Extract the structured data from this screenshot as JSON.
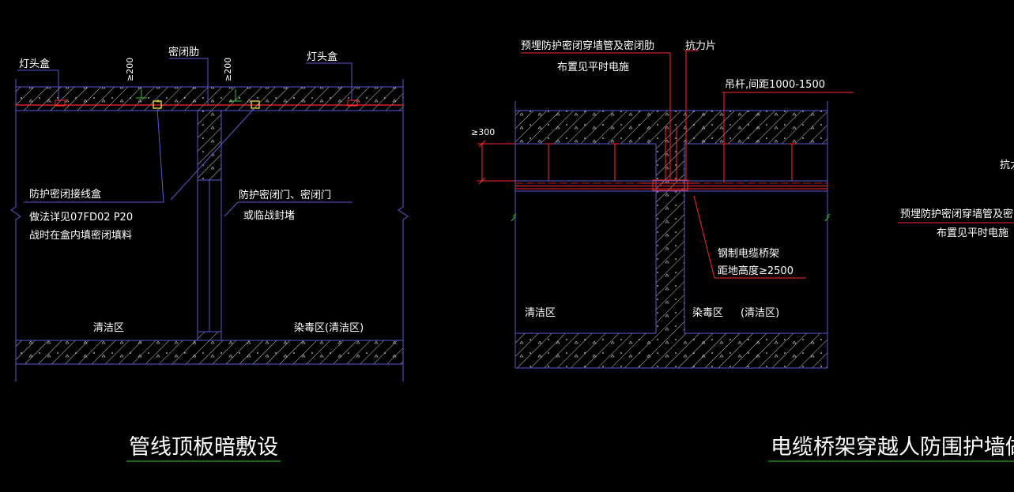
{
  "colors": {
    "background": "#000000",
    "wall_outline": "#5a5ad2",
    "hatch": "#c8c8c8",
    "red_line": "#ff2a2a",
    "green_line": "#2ec82e",
    "yellow_box": "#d7c81e",
    "text": "#ffffff"
  },
  "left_drawing": {
    "labels": {
      "lamp_box_left": "灯头盒",
      "dim_left": "≥200",
      "rib": "密闭肋",
      "dim_right": "≥200",
      "lamp_box_right": "灯头盒",
      "junction_box": "防护密闭接线盒",
      "reference": "做法详见07FD02  P20",
      "wartime_fill": "战时在盒内填密闭填料",
      "door_1": "防护密闭门、密闭门",
      "door_2": "或临战封堵",
      "clean_zone": "清洁区",
      "contaminated_zone": "染毒区(清洁区)"
    },
    "title": "管线顶板暗敷设"
  },
  "right_drawing": {
    "labels": {
      "preembed_1": "预埋防护密闭穿墙管及密闭肋",
      "preembed_2": "布置见平时电施",
      "anti_force": "抗力片",
      "hanger": "吊杆,间距1000-1500",
      "dim_300": "≥300",
      "tray_1": "钢制电缆桥架",
      "tray_2": "距地高度≥2500",
      "clean_zone": "清洁区",
      "contaminated_zone": "染毒区",
      "contaminated_paren": "(清洁区)",
      "edge_anti_force": "抗力",
      "edge_preembed_1": "预埋防护密闭穿墙管及密闭肋",
      "edge_preembed_2": "布置见平时电施"
    },
    "title": "电缆桥架穿越人防围护墙做法"
  }
}
